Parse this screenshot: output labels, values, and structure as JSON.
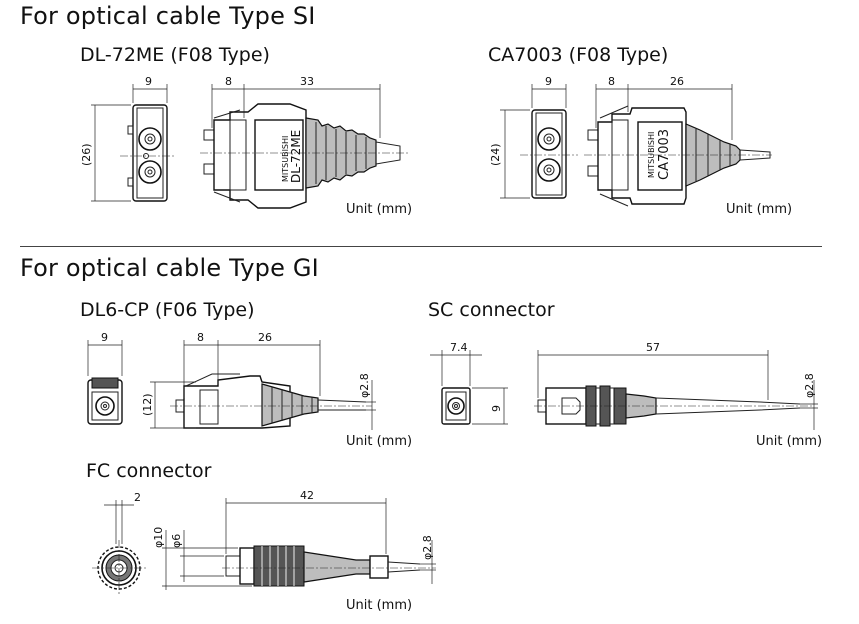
{
  "sections": [
    {
      "title": "For optical cable Type SI",
      "connectors": [
        {
          "name": "DL-72ME (F08 Type)",
          "dims": {
            "front_width": "9",
            "ferrule": "8",
            "body": "33",
            "height": "(26)"
          },
          "marking": {
            "model": "DL-72ME",
            "brand": "MITSUBISHI"
          },
          "unit": "Unit (mm)"
        },
        {
          "name": "CA7003 (F08 Type)",
          "dims": {
            "front_width": "9",
            "ferrule": "8",
            "body": "26",
            "height": "(24)"
          },
          "marking": {
            "model": "CA7003",
            "brand": "MITSUBISHI"
          },
          "unit": "Unit (mm)"
        }
      ]
    },
    {
      "title": "For optical cable Type GI",
      "connectors": [
        {
          "name": "DL6-CP (F06 Type)",
          "dims": {
            "front_width": "9",
            "ferrule": "8",
            "body": "26",
            "height": "(12)",
            "cable_dia": "φ2.8"
          },
          "unit": "Unit (mm)"
        },
        {
          "name": "SC connector",
          "dims": {
            "front_width": "7.4",
            "height": "9",
            "length": "57",
            "cable_dia": "φ2.8"
          },
          "unit": "Unit (mm)"
        },
        {
          "name": "FC connector",
          "dims": {
            "flange": "2",
            "length": "42",
            "dia_outer": "φ10",
            "dia_inner": "φ6",
            "cable_dia": "φ2.8"
          },
          "unit": "Unit (mm)"
        }
      ]
    }
  ]
}
